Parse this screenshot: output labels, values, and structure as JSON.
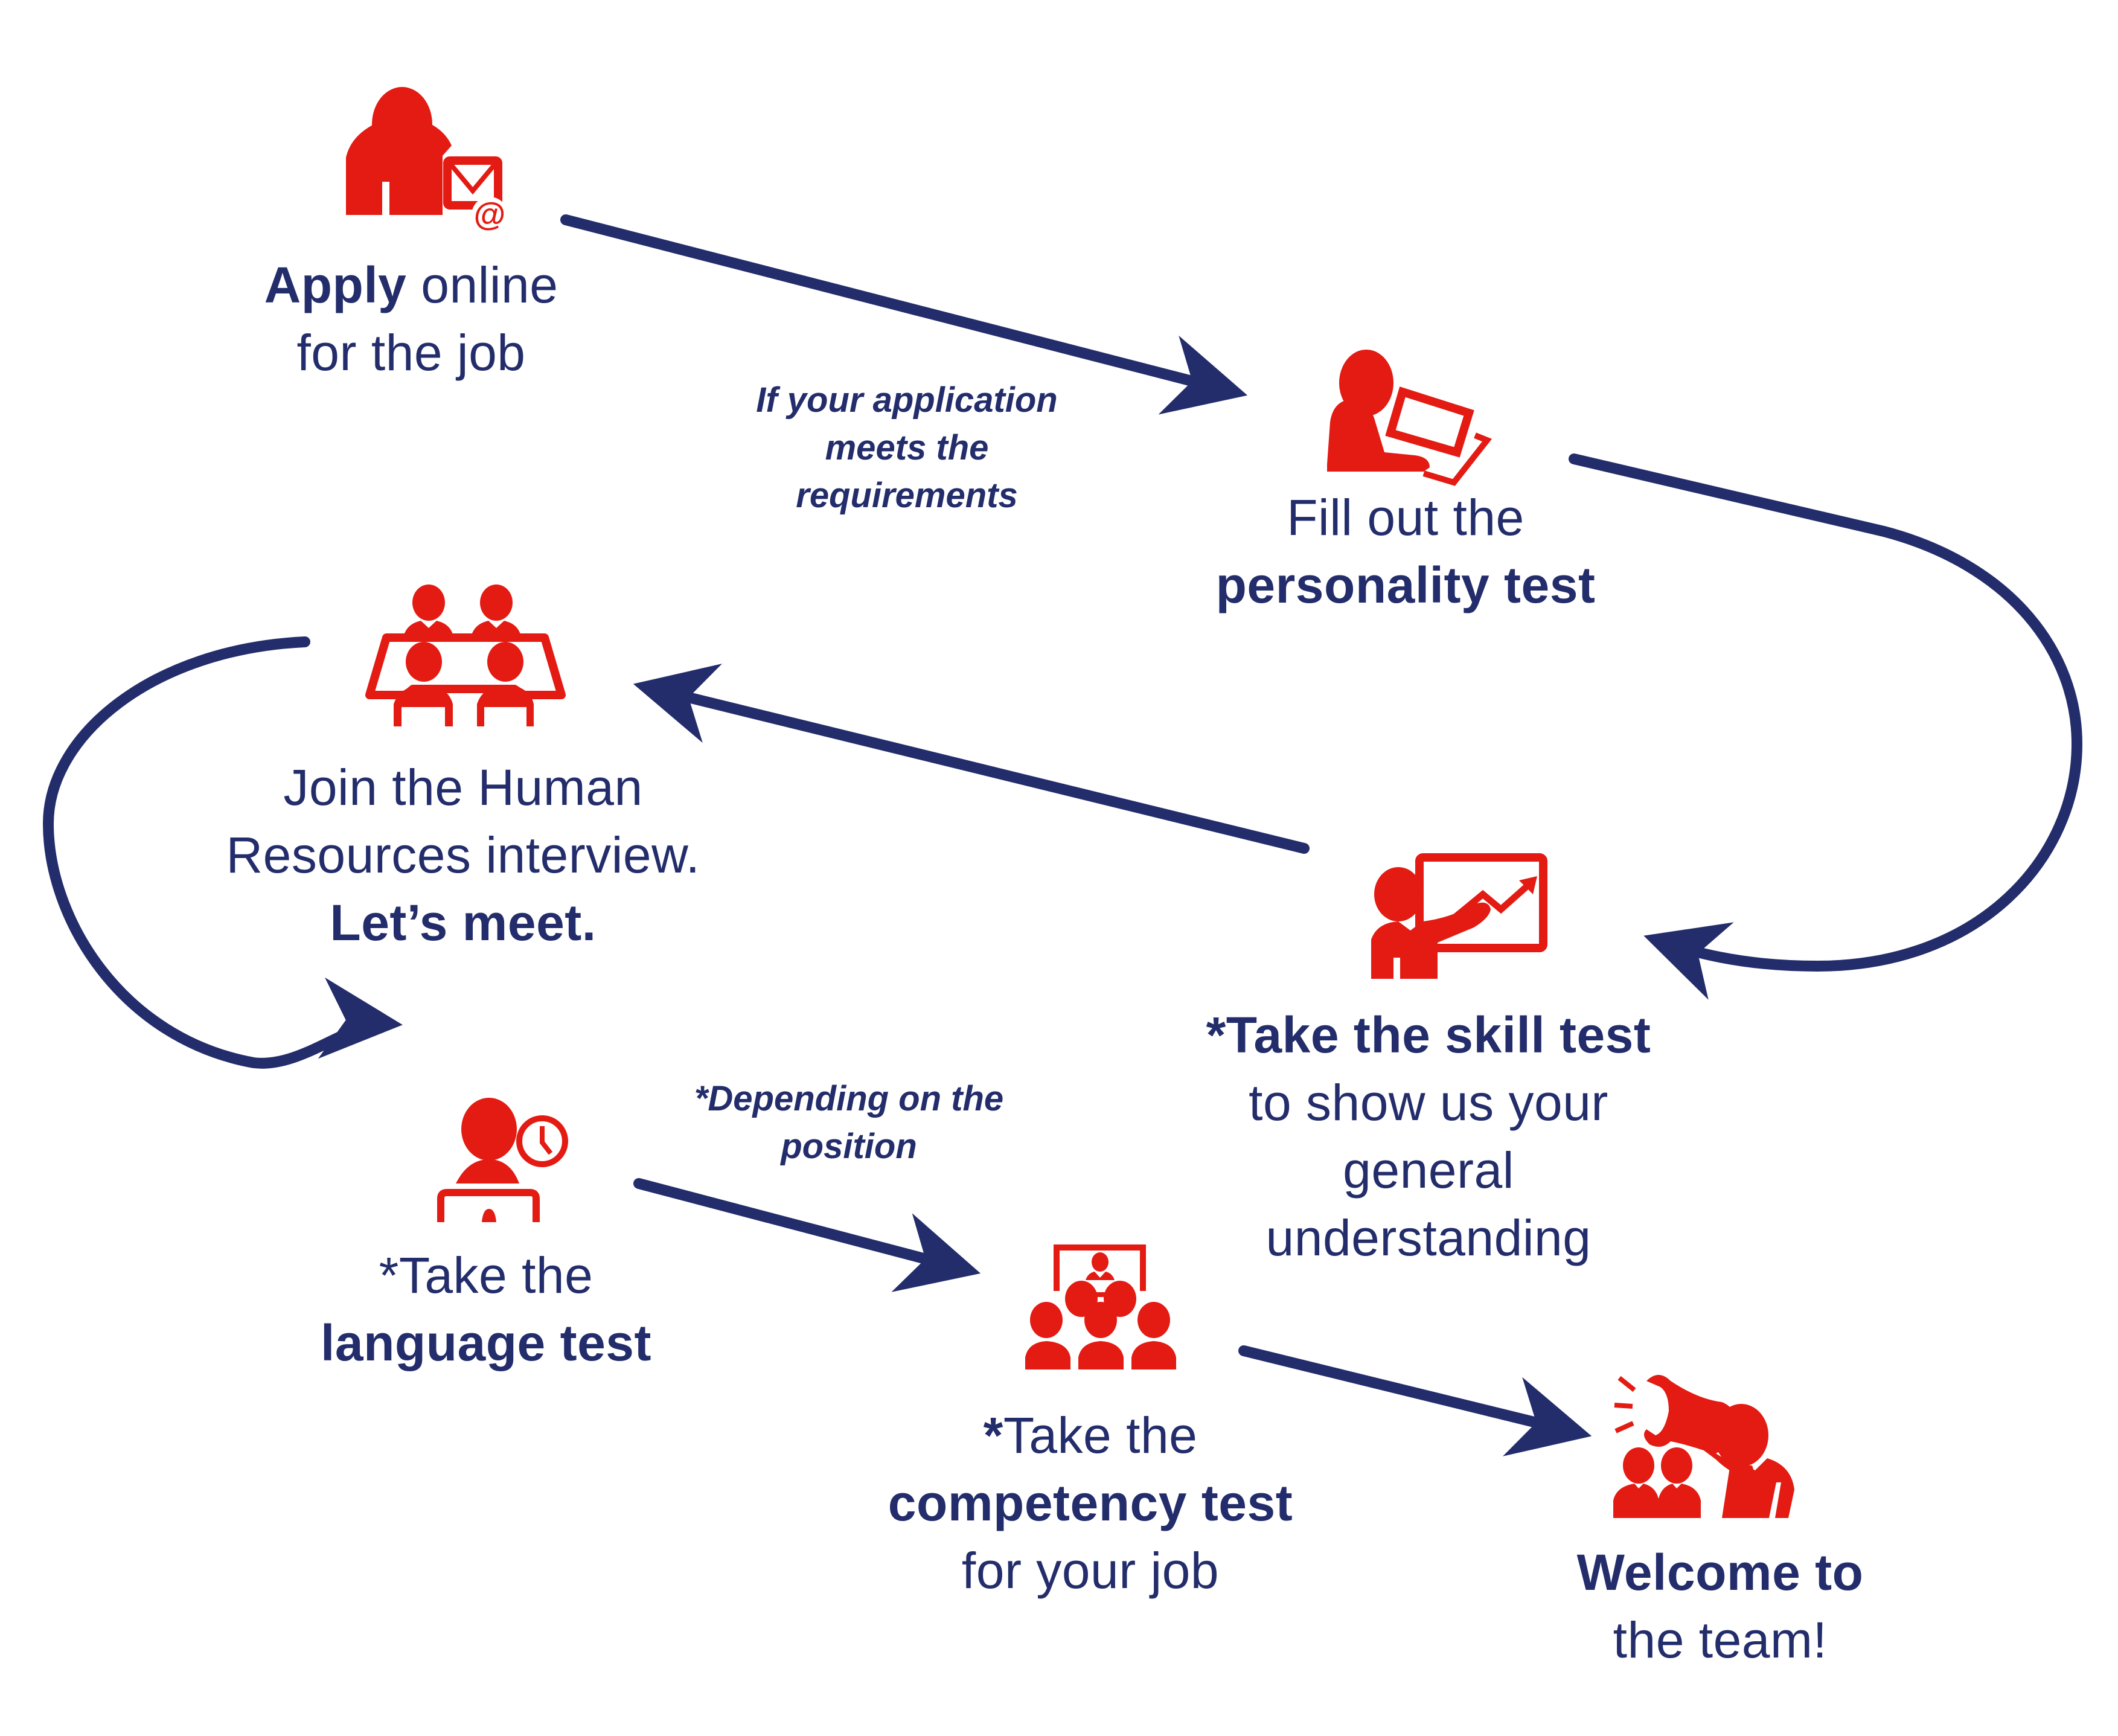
{
  "colors": {
    "accent_red": "#e31b13",
    "navy": "#232d6b",
    "background": "#ffffff"
  },
  "steps": [
    {
      "id": "apply",
      "icon": "person-email-icon",
      "lines": [
        {
          "bold": "Apply",
          "regular": " online"
        },
        {
          "bold": "",
          "regular": "for the job"
        }
      ]
    },
    {
      "id": "personality",
      "icon": "person-laptop-icon",
      "lines": [
        {
          "bold": "",
          "regular": "Fill out the"
        },
        {
          "bold": "personality test",
          "regular": ""
        }
      ]
    },
    {
      "id": "skill",
      "icon": "presenter-chart-icon",
      "lines": [
        {
          "bold": "*Take the skill test",
          "regular": ""
        },
        {
          "bold": "",
          "regular": "to show us your"
        },
        {
          "bold": "",
          "regular": "general"
        },
        {
          "bold": "",
          "regular": "understanding"
        }
      ]
    },
    {
      "id": "hr-interview",
      "icon": "meeting-table-icon",
      "lines": [
        {
          "bold": "",
          "regular": "Join the Human"
        },
        {
          "bold": "",
          "regular": "Resources interview."
        },
        {
          "bold": "Let’s meet.",
          "regular": ""
        }
      ]
    },
    {
      "id": "language",
      "icon": "person-clock-computer-icon",
      "lines": [
        {
          "bold": "",
          "regular": "*Take the"
        },
        {
          "bold": "language test",
          "regular": ""
        }
      ]
    },
    {
      "id": "competency",
      "icon": "audience-presentation-icon",
      "lines": [
        {
          "bold": "*",
          "regular": "Take the"
        },
        {
          "bold": "competency test",
          "regular": ""
        },
        {
          "bold": "",
          "regular": "for your job"
        }
      ]
    },
    {
      "id": "welcome",
      "icon": "megaphone-team-icon",
      "lines": [
        {
          "bold": "Welcome to",
          "regular": ""
        },
        {
          "bold": "",
          "regular": "the team!"
        }
      ]
    }
  ],
  "notes": {
    "requirements": [
      "If your application",
      "meets the",
      "requirements"
    ],
    "position": [
      "*Depending on the",
      "position"
    ]
  },
  "flow": [
    {
      "from": "apply",
      "to": "personality"
    },
    {
      "from": "personality",
      "to": "skill"
    },
    {
      "from": "skill",
      "to": "hr-interview"
    },
    {
      "from": "hr-interview",
      "to": "language"
    },
    {
      "from": "language",
      "to": "competency"
    },
    {
      "from": "competency",
      "to": "welcome"
    }
  ]
}
